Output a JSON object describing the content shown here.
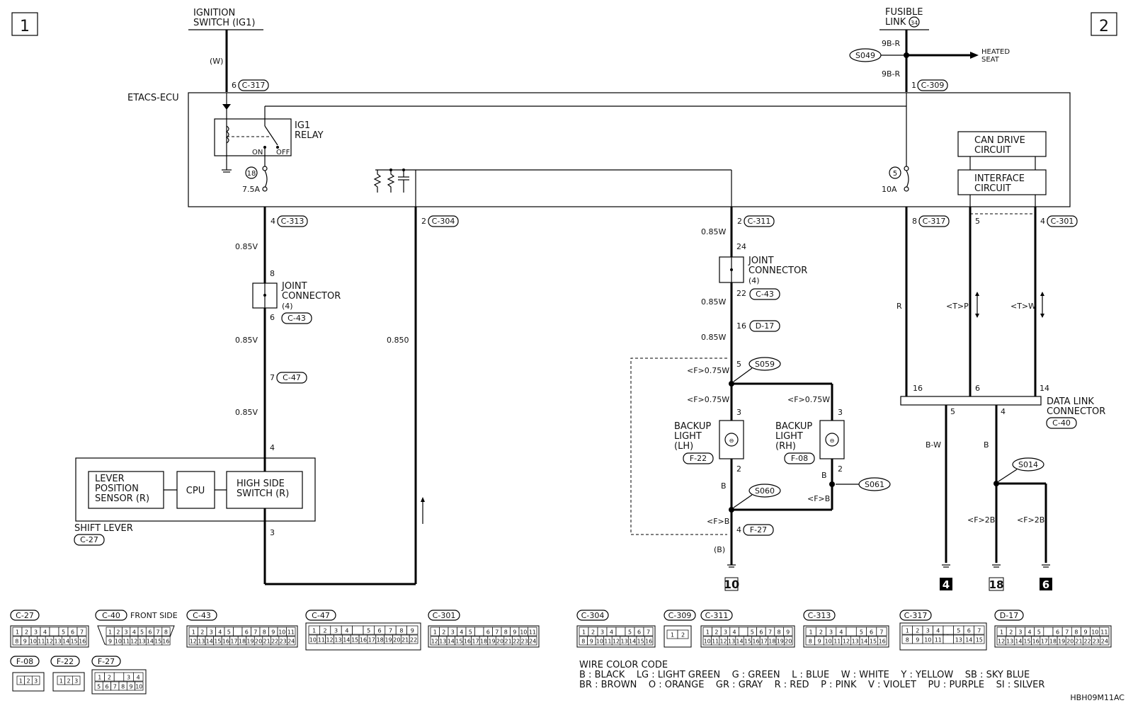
{
  "page_markers": {
    "left": "1",
    "right": "2"
  },
  "sources": {
    "ignition_switch": [
      "IGNITION",
      "SWITCH (IG1)"
    ],
    "fusible_link": [
      "FUSIBLE",
      "LINK"
    ],
    "fusible_link_no": "34"
  },
  "etacs": {
    "label": "ETACS-ECU",
    "ig1_relay": [
      "IG1",
      "RELAY"
    ],
    "relay_on": "ON",
    "relay_off": "OFF",
    "fuse18_no": "18",
    "fuse18_rating": "7.5A",
    "fuse5_no": "5",
    "fuse5_rating": "10A",
    "can_drive": [
      "CAN DRIVE",
      "CIRCUIT"
    ],
    "interface": [
      "INTERFACE",
      "CIRCUIT"
    ]
  },
  "wires": {
    "w": "(W)",
    "nine_b_r": "9B-R",
    "w085v": "0.85V",
    "w085w": "0.85W",
    "w085o": "0.850",
    "f075w": "<F>0.75W",
    "b": "B",
    "fb": "<F>B",
    "b_paren": "(B)",
    "r": "R",
    "tp": "<T>P",
    "tw": "<T>W",
    "bw": "B-W",
    "f2b": "<F>2B"
  },
  "connectors": {
    "c317": "C-317",
    "c309": "C-309",
    "c313": "C-313",
    "c304": "C-304",
    "c311": "C-311",
    "c301": "C-301",
    "c43": "C-43",
    "c47": "C-47",
    "c27": "C-27",
    "d17": "D-17",
    "f22": "F-22",
    "f08": "F-08",
    "f27": "F-27",
    "c40": "C-40"
  },
  "pins": {
    "p6": "6",
    "p1": "1",
    "p4": "4",
    "p2": "2",
    "p8": "8",
    "p5": "5",
    "p24": "24",
    "p22": "22",
    "p16": "16",
    "p7": "7",
    "p3": "3",
    "p14": "14"
  },
  "splices": {
    "s049": "S049",
    "s059": "S059",
    "s060": "S060",
    "s061": "S061",
    "s014": "S014"
  },
  "heated_seat": [
    "HEATED",
    "SEAT"
  ],
  "joint_connector": [
    "JOINT",
    "CONNECTOR",
    "(4)"
  ],
  "shift_lever": {
    "label": "SHIFT LEVER",
    "lps": [
      "LEVER",
      "POSITION",
      "SENSOR (R)"
    ],
    "cpu": "CPU",
    "hss": [
      "HIGH SIDE",
      "SWITCH (R)"
    ]
  },
  "backup_lh": [
    "BACKUP",
    "LIGHT",
    "(LH)"
  ],
  "backup_rh": [
    "BACKUP",
    "LIGHT",
    "(RH)"
  ],
  "dlc": [
    "DATA LINK",
    "CONNECTOR"
  ],
  "grounds": {
    "g10": "10",
    "g4": "4",
    "g18": "18",
    "g6": "6"
  },
  "connector_legend": {
    "c27": {
      "label": "C-27",
      "row1": [
        "1",
        "2",
        "3",
        "4",
        "",
        "5",
        "6",
        "7"
      ],
      "row2": [
        "8",
        "9",
        "10",
        "11",
        "12",
        "13",
        "14",
        "15",
        "16"
      ]
    },
    "c40": {
      "label": "C-40",
      "note": "FRONT SIDE",
      "row1": [
        "1",
        "2",
        "3",
        "4",
        "5",
        "6",
        "7",
        "8"
      ],
      "row2": [
        "9",
        "10",
        "11",
        "12",
        "13",
        "14",
        "15",
        "16"
      ]
    },
    "c43": {
      "label": "C-43",
      "row1": [
        "1",
        "2",
        "3",
        "4",
        "5",
        "",
        "6",
        "7",
        "8",
        "9",
        "10",
        "11"
      ],
      "row2": [
        "12",
        "13",
        "14",
        "15",
        "16",
        "17",
        "18",
        "19",
        "20",
        "21",
        "22",
        "23",
        "24"
      ]
    },
    "c47": {
      "label": "C-47",
      "row1": [
        "1",
        "2",
        "3",
        "4",
        "",
        "5",
        "6",
        "7",
        "8",
        "9"
      ],
      "row2": [
        "10",
        "11",
        "12",
        "13",
        "14",
        "15",
        "16",
        "17",
        "18",
        "19",
        "20",
        "21",
        "22"
      ]
    },
    "c301": {
      "label": "C-301",
      "row1": [
        "1",
        "2",
        "3",
        "4",
        "5",
        "",
        "6",
        "7",
        "8",
        "9",
        "10",
        "11"
      ],
      "row2": [
        "12",
        "13",
        "14",
        "15",
        "16",
        "17",
        "18",
        "19",
        "20",
        "21",
        "22",
        "23",
        "24"
      ]
    },
    "c304": {
      "label": "C-304",
      "row1": [
        "1",
        "2",
        "3",
        "4",
        "",
        "5",
        "6",
        "7"
      ],
      "row2": [
        "8",
        "9",
        "10",
        "11",
        "12",
        "13",
        "14",
        "15",
        "16"
      ]
    },
    "c309": {
      "label": "C-309",
      "row1": [
        "1",
        "2"
      ]
    },
    "c311": {
      "label": "C-311",
      "row1": [
        "1",
        "2",
        "3",
        "4",
        "",
        "5",
        "6",
        "7",
        "8",
        "9"
      ],
      "row2": [
        "10",
        "11",
        "12",
        "13",
        "14",
        "15",
        "16",
        "17",
        "18",
        "19",
        "20"
      ]
    },
    "c313": {
      "label": "C-313",
      "row1": [
        "1",
        "2",
        "3",
        "4",
        "",
        "5",
        "6",
        "7"
      ],
      "row2": [
        "8",
        "9",
        "10",
        "11",
        "12",
        "13",
        "14",
        "15",
        "16"
      ]
    },
    "c317": {
      "label": "C-317",
      "row1": [
        "1",
        "2",
        "3",
        "4",
        "",
        "5",
        "6",
        "7"
      ],
      "mid": "12",
      "row2": [
        "8",
        "9",
        "10",
        "11",
        "",
        "13",
        "14",
        "15"
      ]
    },
    "d17": {
      "label": "D-17",
      "row1": [
        "1",
        "2",
        "3",
        "4",
        "5",
        "",
        "6",
        "7",
        "8",
        "9",
        "10",
        "11"
      ],
      "row2": [
        "12",
        "13",
        "14",
        "15",
        "16",
        "17",
        "18",
        "19",
        "20",
        "21",
        "22",
        "23",
        "24"
      ]
    },
    "f08": {
      "label": "F-08",
      "row1": [
        "1",
        "2",
        "3"
      ]
    },
    "f22": {
      "label": "F-22",
      "row1": [
        "1",
        "2",
        "3"
      ]
    },
    "f27": {
      "label": "F-27",
      "row1": [
        "1",
        "2",
        "",
        "3",
        "4"
      ],
      "row2": [
        "5",
        "6",
        "7",
        "8",
        "9",
        "10"
      ]
    }
  },
  "color_code": {
    "title": "WIRE COLOR CODE",
    "line1": "B : BLACK    LG : LIGHT GREEN    G : GREEN    L : BLUE    W : WHITE    Y : YELLOW    SB : SKY BLUE",
    "line2": "BR : BROWN    O : ORANGE    GR : GRAY    R : RED    P : PINK    V : VIOLET    PU : PURPLE    SI : SILVER"
  },
  "figure_id": "HBH09M11AC"
}
